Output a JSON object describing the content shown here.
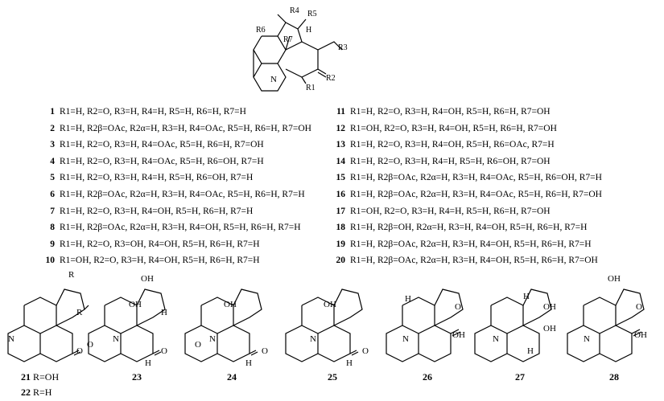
{
  "core": {
    "labels": {
      "r1": "R1",
      "r2": "R2",
      "r3": "R3",
      "r4": "R4",
      "r5": "R5",
      "r6": "R6",
      "r7": "R7",
      "n": "N",
      "h": "H"
    }
  },
  "compounds_left": [
    {
      "id": "1",
      "subs": "R1=H, R2=O, R3=H, R4=H, R5=H, R6=H, R7=H"
    },
    {
      "id": "2",
      "subs": "R1=H, R2β=OAc, R2α=H, R3=H, R4=OAc, R5=H, R6=H, R7=OH"
    },
    {
      "id": "3",
      "subs": "R1=H, R2=O, R3=H, R4=OAc, R5=H, R6=H, R7=OH"
    },
    {
      "id": "4",
      "subs": "R1=H, R2=O, R3=H, R4=OAc, R5=H, R6=OH, R7=H"
    },
    {
      "id": "5",
      "subs": "R1=H, R2=O, R3=H, R4=H, R5=H, R6=OH, R7=H"
    },
    {
      "id": "6",
      "subs": "R1=H, R2β=OAc, R2α=H, R3=H, R4=OAc, R5=H, R6=H, R7=H"
    },
    {
      "id": "7",
      "subs": "R1=H, R2=O, R3=H, R4=OH, R5=H, R6=H, R7=H"
    },
    {
      "id": "8",
      "subs": "R1=H, R2β=OAc, R2α=H, R3=H, R4=OH, R5=H, R6=H, R7=H"
    },
    {
      "id": "9",
      "subs": "R1=H, R2=O, R3=OH, R4=OH, R5=H, R6=H, R7=H"
    },
    {
      "id": "10",
      "subs": "R1=OH, R2=O, R3=H, R4=OH, R5=H, R6=H, R7=H"
    }
  ],
  "compounds_right": [
    {
      "id": "11",
      "subs": "R1=H, R2=O, R3=H, R4=OH, R5=H, R6=H, R7=OH"
    },
    {
      "id": "12",
      "subs": "R1=OH, R2=O, R3=H, R4=OH, R5=H, R6=H, R7=OH"
    },
    {
      "id": "13",
      "subs": "R1=H, R2=O, R3=H, R4=OH, R5=H, R6=OAc, R7=H"
    },
    {
      "id": "14",
      "subs": "R1=H, R2=O, R3=H, R4=H, R5=H, R6=OH, R7=OH"
    },
    {
      "id": "15",
      "subs": "R1=H, R2β=OAc, R2α=H, R3=H, R4=OAc, R5=H, R6=OH, R7=H"
    },
    {
      "id": "16",
      "subs": "R1=H, R2β=OAc, R2α=H, R3=H, R4=OAc, R5=H, R6=H, R7=OH"
    },
    {
      "id": "17",
      "subs": "R1=OH, R2=O, R3=H, R4=H, R5=H, R6=H, R7=OH"
    },
    {
      "id": "18",
      "subs": "R1=H, R2β=OH, R2α=H, R3=H, R4=OH, R5=H, R6=H, R7=H"
    },
    {
      "id": "19",
      "subs": "R1=H, R2β=OAc, R2α=H, R3=H, R4=OH, R5=H, R6=H, R7=H"
    },
    {
      "id": "20",
      "subs": "R1=H, R2β=OAc, R2α=H, R3=H, R4=OH, R5=H, R6=H, R7=OH"
    }
  ],
  "bottom_structures": [
    {
      "id": "21",
      "extra": "R=OH"
    },
    {
      "id": "22",
      "extra": "R=H"
    },
    {
      "id": "23"
    },
    {
      "id": "24"
    },
    {
      "id": "25"
    },
    {
      "id": "26"
    },
    {
      "id": "27"
    },
    {
      "id": "28"
    }
  ],
  "atoms": {
    "o": "O",
    "oh": "OH",
    "h": "H",
    "n": "N",
    "r": "R"
  }
}
